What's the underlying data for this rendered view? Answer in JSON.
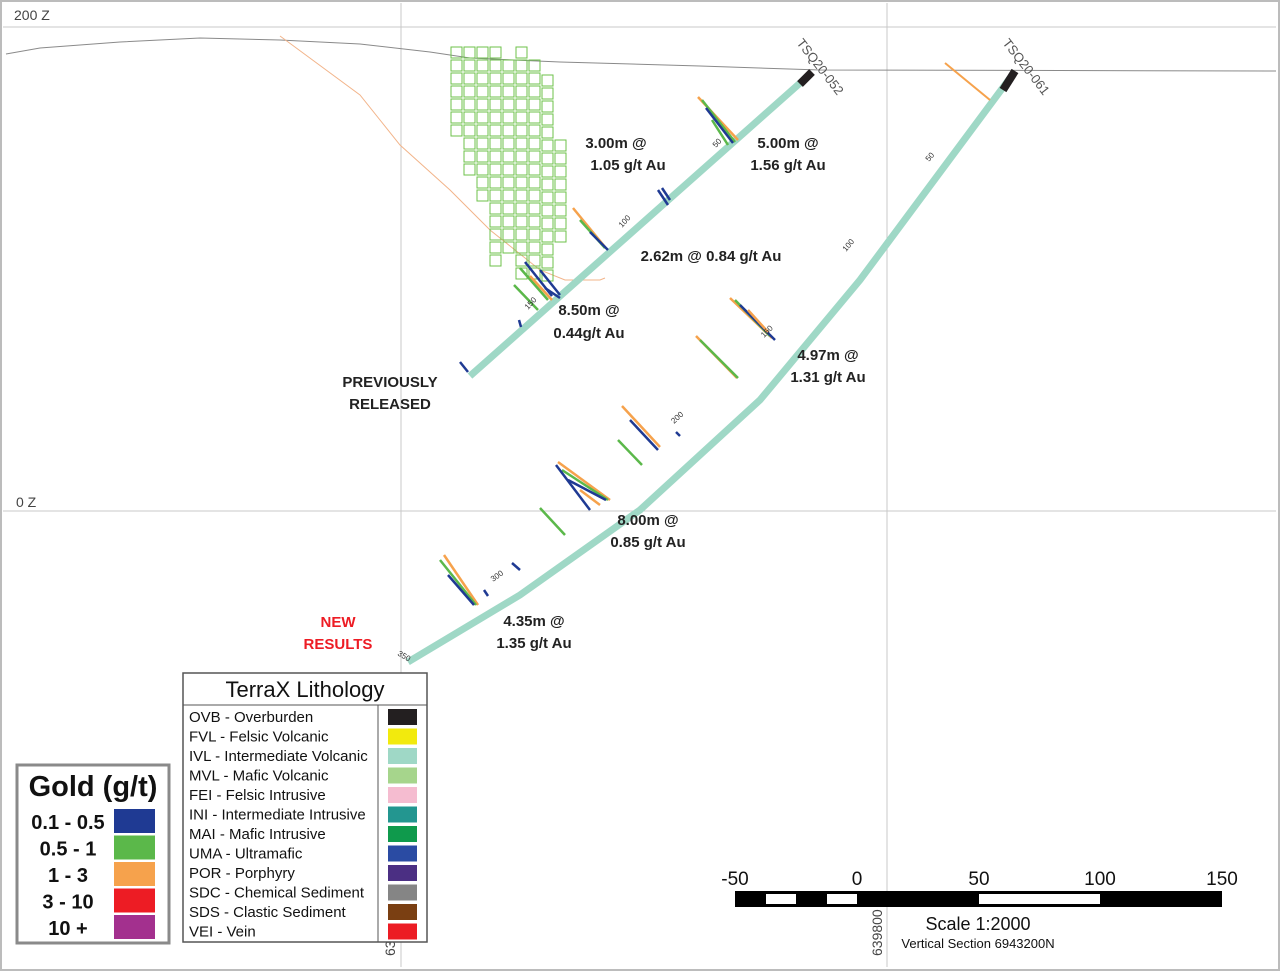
{
  "section": {
    "elevation_labels": [
      "200 Z",
      "0 Z"
    ],
    "easting_labels": [
      "63",
      "639800 X"
    ]
  },
  "holes": [
    {
      "name": "TSQ20-052",
      "depth_marks": [
        "50",
        "100",
        "150"
      ]
    },
    {
      "name": "TSQ20-061",
      "depth_marks": [
        "50",
        "100",
        "150",
        "200",
        "300",
        "350"
      ]
    }
  ],
  "intercepts": [
    {
      "line1": "3.00m @",
      "line2": "1.05 g/t Au"
    },
    {
      "line1": "5.00m @",
      "line2": "1.56 g/t Au"
    },
    {
      "line1": "2.62m @ 0.84 g/t Au",
      "line2": ""
    },
    {
      "line1": "8.50m @",
      "line2": "0.44g/t Au"
    },
    {
      "line1": "4.97m @",
      "line2": "1.31 g/t Au"
    },
    {
      "line1": "8.00m @",
      "line2": "0.85 g/t Au"
    },
    {
      "line1": "4.35m @",
      "line2": "1.35 g/t Au"
    }
  ],
  "annotations": {
    "previous": [
      "PREVIOUSLY",
      "RELEASED"
    ],
    "new": [
      "NEW",
      "RESULTS"
    ]
  },
  "lithology_legend": {
    "title": "TerraX Lithology",
    "items": [
      {
        "label": "OVB - Overburden",
        "color": "#231f20"
      },
      {
        "label": "FVL - Felsic Volcanic",
        "color": "#f2ea0d"
      },
      {
        "label": "IVL - Intermediate Volcanic",
        "color": "#9fd8c6"
      },
      {
        "label": "MVL - Mafic Volcanic",
        "color": "#a6d58c"
      },
      {
        "label": "FEI - Felsic Intrusive",
        "color": "#f5bcd0"
      },
      {
        "label": "INI - Intermediate Intrusive",
        "color": "#239690"
      },
      {
        "label": "MAI - Mafic Intrusive",
        "color": "#0f9a4c"
      },
      {
        "label": "UMA - Ultramafic",
        "color": "#2a4ba3"
      },
      {
        "label": "POR - Porphyry",
        "color": "#4b2f83"
      },
      {
        "label": "SDC - Chemical Sediment",
        "color": "#858585"
      },
      {
        "label": "SDS - Clastic Sediment",
        "color": "#7a3f12"
      },
      {
        "label": "VEI - Vein",
        "color": "#ec1c24"
      }
    ]
  },
  "gold_legend": {
    "title": "Gold (g/t)",
    "items": [
      {
        "label": "0.1 - 0.5",
        "color": "#1f3a93"
      },
      {
        "label": "0.5 - 1",
        "color": "#5bb84a"
      },
      {
        "label": "1 - 3",
        "color": "#f6a24c"
      },
      {
        "label": "3 - 10",
        "color": "#ed1c24"
      },
      {
        "label": "10 +",
        "color": "#a3308e"
      }
    ]
  },
  "scale_bar": {
    "ticks": [
      "-50",
      "0",
      "50",
      "100",
      "150"
    ],
    "scale_text": "Scale 1:2000",
    "section_text": "Vertical Section 6943200N"
  }
}
